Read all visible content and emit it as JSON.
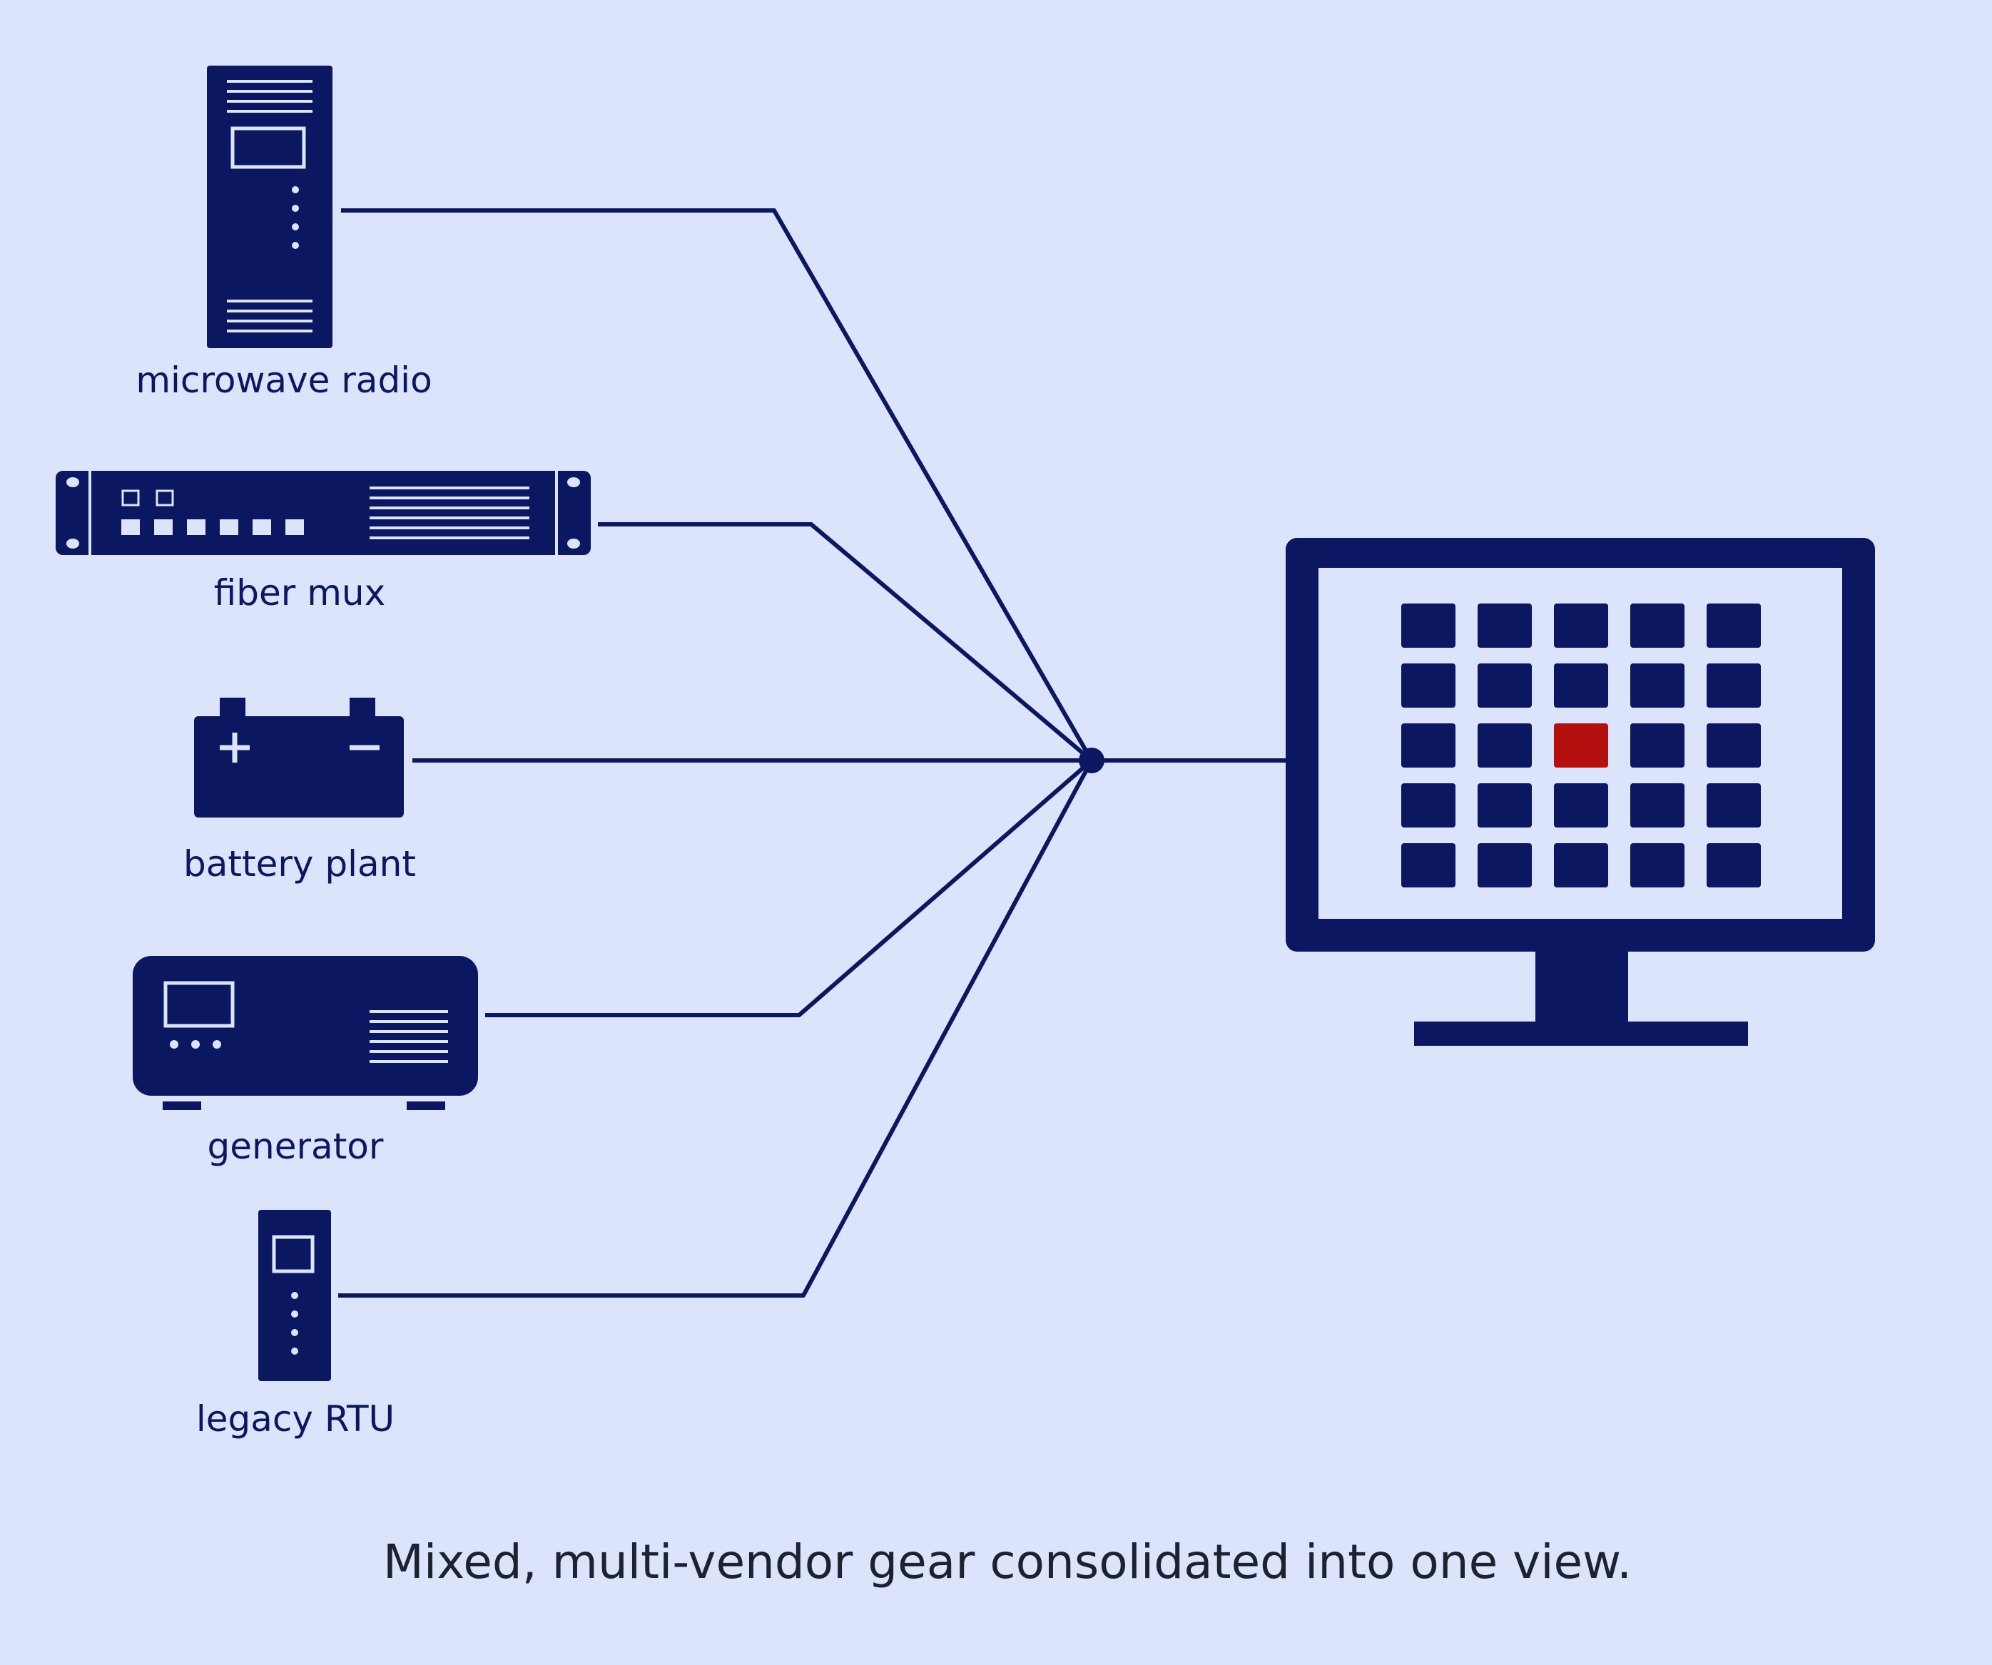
{
  "colors": {
    "background": "#dce4fb",
    "equipment": "#0b1760",
    "highlight": "#b41010",
    "caption_text": "#1c2230"
  },
  "devices": [
    {
      "id": "microwave-radio",
      "label": "microwave radio",
      "icon": "rack-tower-icon"
    },
    {
      "id": "fiber-mux",
      "label": "fiber mux",
      "icon": "rack-unit-icon"
    },
    {
      "id": "battery-plant",
      "label": "battery plant",
      "icon": "battery-icon"
    },
    {
      "id": "generator",
      "label": "generator",
      "icon": "generator-icon"
    },
    {
      "id": "legacy-rtu",
      "label": "legacy RTU",
      "icon": "rtu-icon"
    }
  ],
  "monitor": {
    "icon": "monitor-icon",
    "grid_rows": 5,
    "grid_cols": 5,
    "highlight_cell": {
      "row": 3,
      "col": 3
    }
  },
  "caption": "Mixed, multi-vendor gear consolidated into one view."
}
